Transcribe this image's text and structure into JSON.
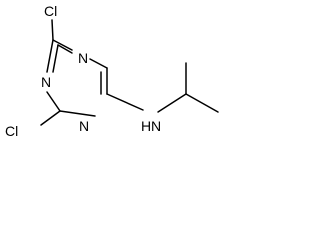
{
  "structure": {
    "atoms": {
      "cl_top": "Cl",
      "cl_bottom": "Cl",
      "n_ring_top": "N",
      "n_ring_left": "N",
      "n_ring_bottom": "N",
      "n_amine": "N",
      "h_amine": "H"
    },
    "colors": {
      "bond": "#000000",
      "label": "#000000",
      "background": "#ffffff"
    }
  }
}
